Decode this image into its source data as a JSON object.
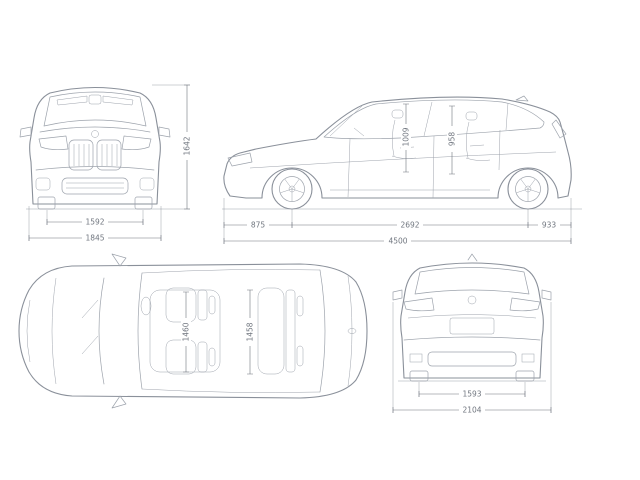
{
  "diagram": {
    "views": {
      "front": {
        "track_width": "1592",
        "overall_width": "1845",
        "overall_height": "1642"
      },
      "side": {
        "interior_height_front": "1009",
        "interior_height_rear": "958",
        "front_overhang": "875",
        "wheelbase": "2692",
        "rear_overhang": "933",
        "overall_length": "4500"
      },
      "top": {
        "interior_width_front": "1460",
        "interior_width_rear": "1458"
      },
      "rear": {
        "track_width": "1593",
        "width_incl_mirrors": "2104"
      }
    }
  },
  "colors": {
    "outline": "#8a909a",
    "detail": "#9da3ac",
    "dimension": "#70767f",
    "background": "#ffffff"
  }
}
